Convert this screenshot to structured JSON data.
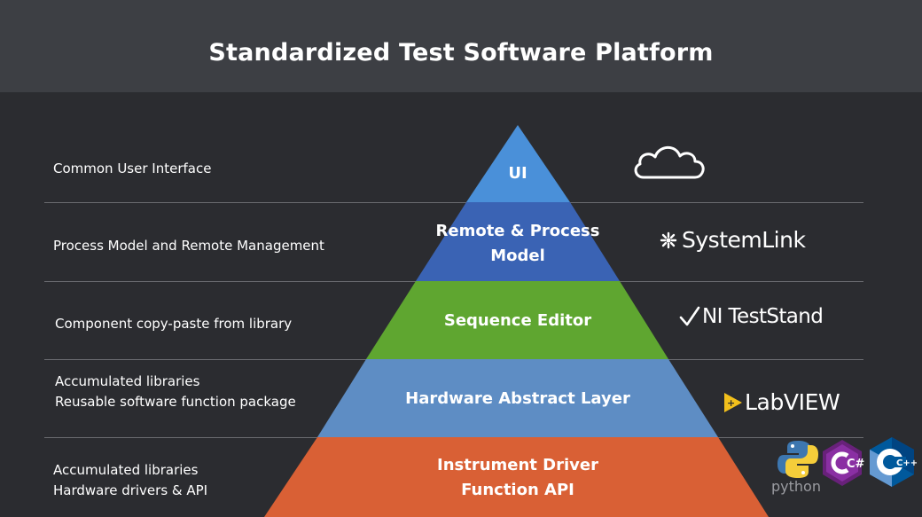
{
  "title": "Standardized Test Software Platform",
  "rows": [
    {
      "lines": [
        "Common User Interface"
      ],
      "layer": [
        "UI"
      ],
      "logo": "cloud-icon"
    },
    {
      "lines": [
        "Process Model and Remote Management"
      ],
      "layer": [
        "Remote & Process",
        "Model"
      ],
      "logo": "SystemLink"
    },
    {
      "lines": [
        "Component copy-paste from library"
      ],
      "layer": [
        "Sequence Editor"
      ],
      "logo": "NI TestStand"
    },
    {
      "lines": [
        "Accumulated libraries",
        "Reusable software function package"
      ],
      "layer": [
        "Hardware Abstract Layer"
      ],
      "logo": "LabVIEW"
    },
    {
      "lines": [
        "Accumulated libraries",
        "Hardware drivers & API"
      ],
      "layer": [
        "Instrument Driver",
        "Function API"
      ],
      "logo": "python"
    }
  ],
  "logos": {
    "systemlink": "SystemLink",
    "teststand": "NI TestStand",
    "labview": "LabVIEW",
    "python": "python",
    "csharp": "C#",
    "cpp": "C++"
  },
  "colors": {
    "ui": "#4a90d9",
    "remote": "#3a63b4",
    "sequence": "#5fa630",
    "hal": "#5e8dc4",
    "driver": "#d96035",
    "background": "#2b2c30",
    "title_bar": "#3d3f44"
  }
}
